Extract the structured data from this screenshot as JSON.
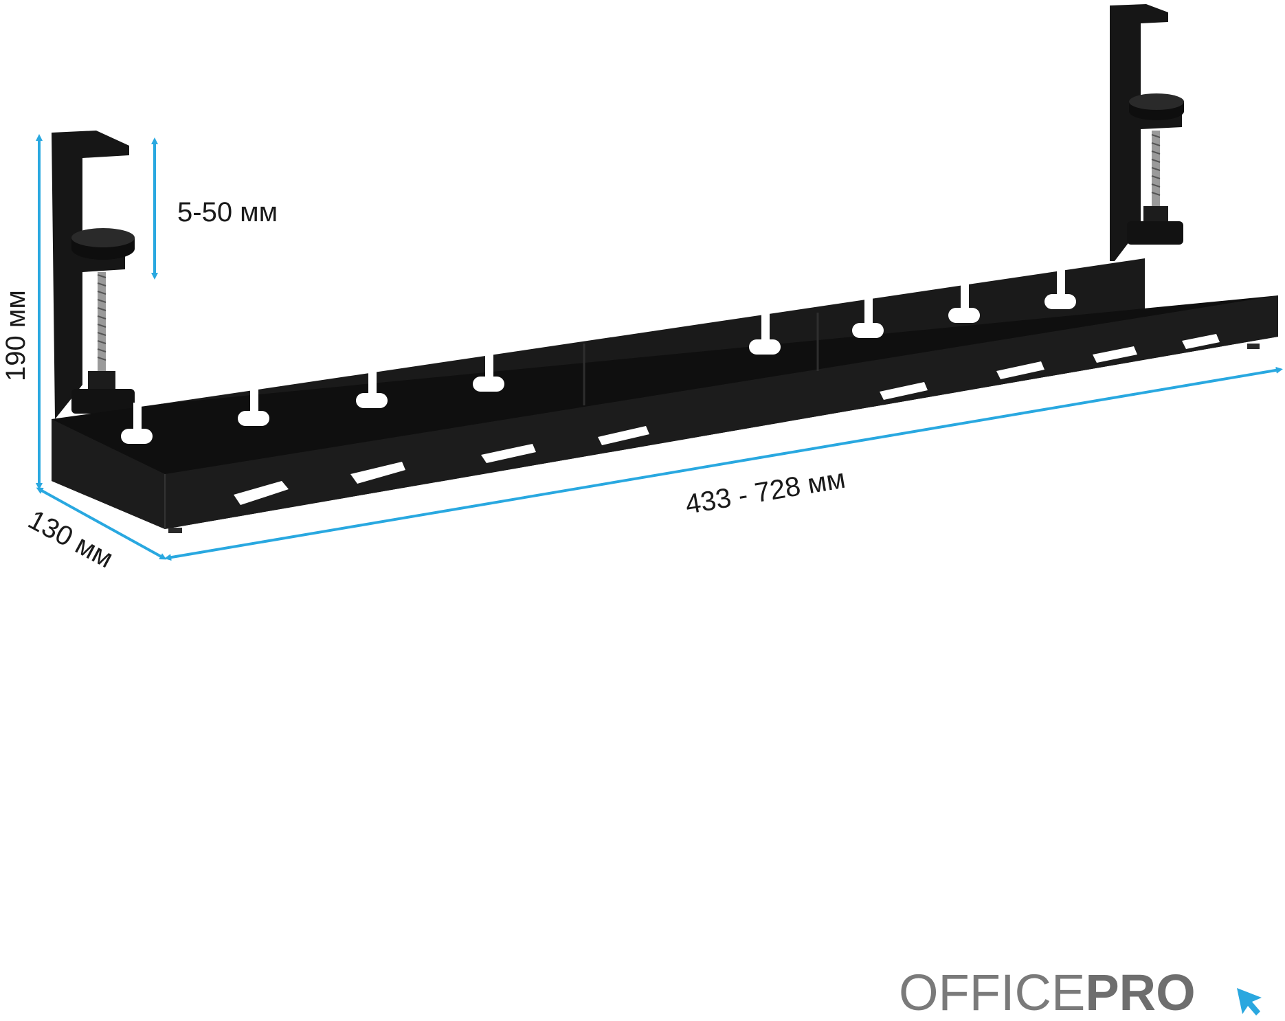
{
  "dimensions": {
    "clamp_range": "5-50 мм",
    "height": "190 мм",
    "depth": "130 мм",
    "length": "433 - 728 мм"
  },
  "brand": {
    "name_light": "OFFICE",
    "name_bold": "PRO"
  },
  "icons": {
    "tray": "cable-tray-icon",
    "cursor": "cursor-arrow-icon"
  },
  "colors": {
    "dimension_line": "#29a8e0",
    "product": "#141414",
    "logo_text": "#777777",
    "logo_cursor": "#2aa7df"
  }
}
